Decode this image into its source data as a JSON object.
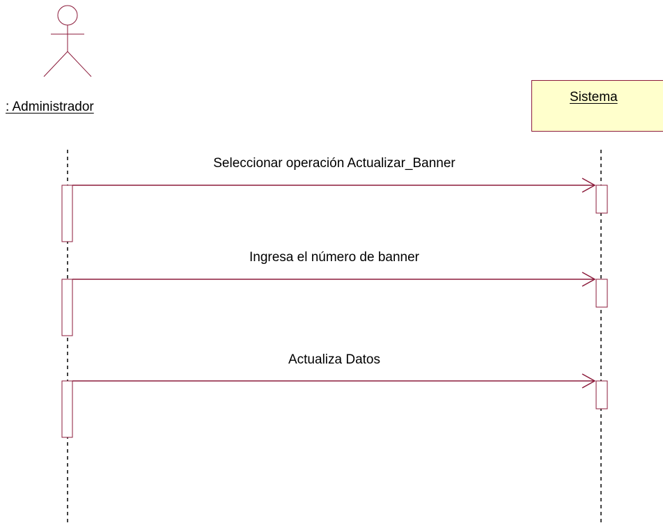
{
  "actor": {
    "name": ": Administrador"
  },
  "object": {
    "name": "Sistema"
  },
  "messages": [
    {
      "label": "Seleccionar operación Actualizar_Banner"
    },
    {
      "label": "Ingresa el número de banner"
    },
    {
      "label": "Actualiza Datos"
    }
  ],
  "colors": {
    "line": "#8b1a3a",
    "object_fill": "#ffffcc",
    "lifeline": "#000000",
    "text": "#000000"
  }
}
